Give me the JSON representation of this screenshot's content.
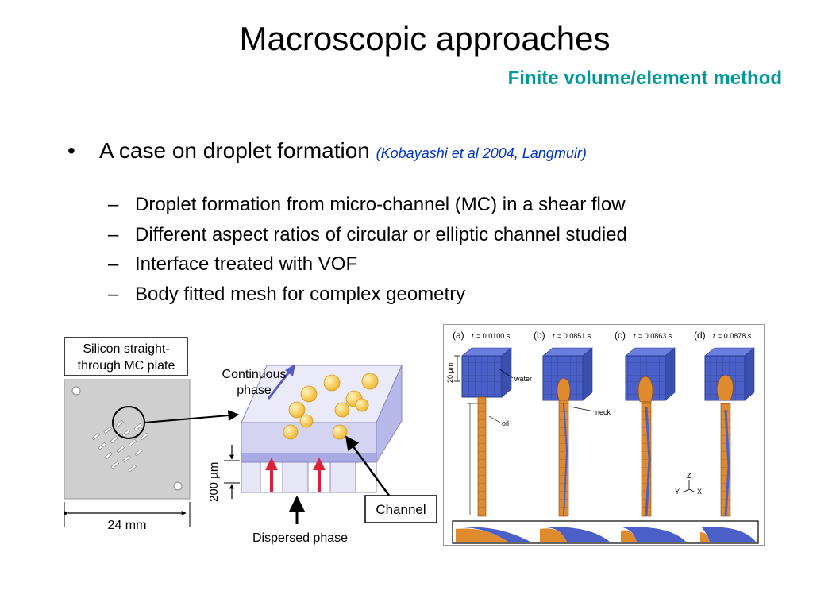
{
  "slide": {
    "title": "Macroscopic approaches",
    "subtitle": "Finite volume/element method"
  },
  "bullet": {
    "marker": "•",
    "text": "A case on droplet formation",
    "citation": "(Kobayashi et al 2004, Langmuir)"
  },
  "sub_bullets": [
    {
      "marker": "–",
      "text": "Droplet formation from micro-channel (MC) in a shear flow"
    },
    {
      "marker": "–",
      "text": "Different aspect ratios of circular or elliptic channel studied"
    },
    {
      "marker": "–",
      "text": "Interface treated with VOF"
    },
    {
      "marker": "–",
      "text": "Body fitted mesh for complex geometry"
    }
  ],
  "figure_left": {
    "plate_label_line1": "Silicon straight-",
    "plate_label_line2": "through MC plate",
    "continuous_line1": "Continuous",
    "continuous_line2": "phase",
    "height_label": "200 µm",
    "width_label": "24 mm",
    "channel_label": "Channel",
    "dispersed_label": "Dispersed phase",
    "colors": {
      "droplet": "#f5c842",
      "arrow_red": "#e0203a",
      "box_blue": "#b8b8ee",
      "plate": "#d0d0d0"
    }
  },
  "figure_right": {
    "panels": [
      {
        "label": "(a)",
        "time_prefix": "t",
        "time_value": "= 0.0100 s"
      },
      {
        "label": "(b)",
        "time_prefix": "t",
        "time_value": "= 0.0851 s"
      },
      {
        "label": "(c)",
        "time_prefix": "t",
        "time_value": "= 0.0863 s"
      },
      {
        "label": "(d)",
        "time_prefix": "t",
        "time_value": "= 0.0878 s"
      }
    ],
    "scale_label": "20 µm",
    "water_label": "water",
    "neck_label": "neck",
    "oil_label": "oil",
    "axis_z": "Z",
    "axis_y": "Y",
    "axis_x": "X",
    "colors": {
      "water": "#4a5fc8",
      "oil": "#e08a2e"
    }
  }
}
